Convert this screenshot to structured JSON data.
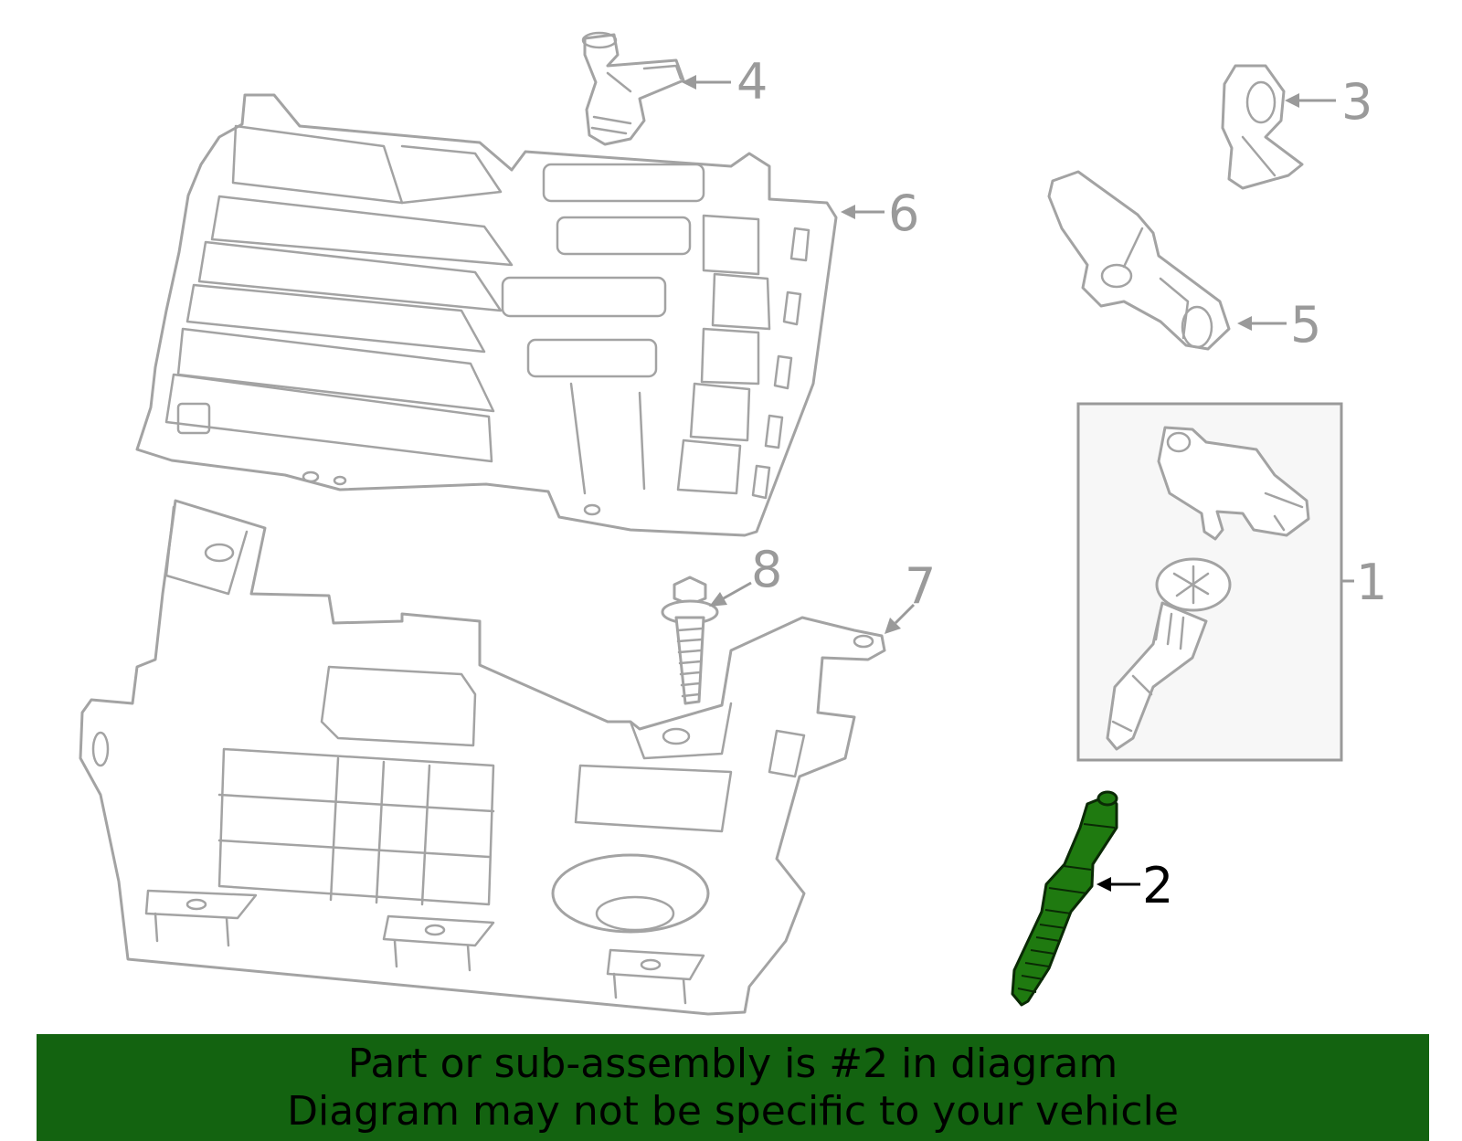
{
  "callouts": {
    "c1": "1",
    "c2": "2",
    "c3": "3",
    "c4": "4",
    "c5": "5",
    "c6": "6",
    "c7": "7",
    "c8": "8"
  },
  "highlighted_part": "2",
  "colors": {
    "highlight_part": "#1f7a10",
    "banner_background": "#136310",
    "line_art": "#a3a3a3",
    "callout_text": "#9a9a9a",
    "active_callout_text": "#000000"
  },
  "banner": {
    "line1": "Part or sub-assembly is #2 in diagram",
    "line2": "Diagram may not be specific to your vehicle"
  }
}
